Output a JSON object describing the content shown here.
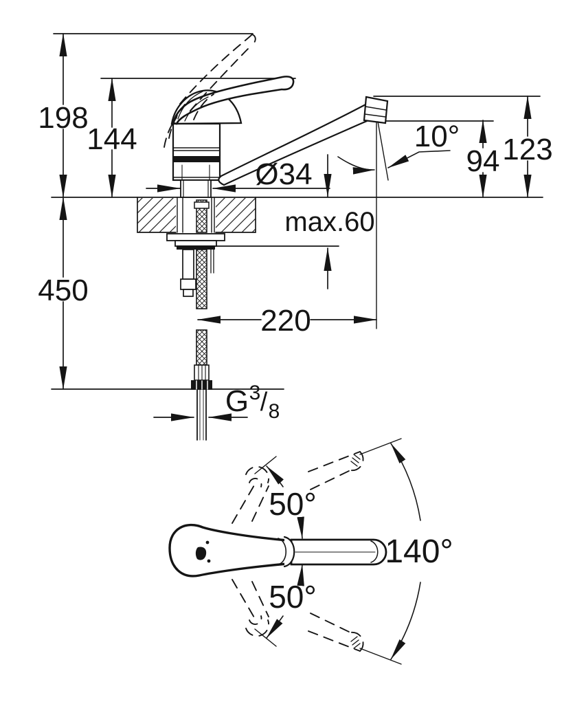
{
  "figure_type": "technical-dimension-drawing",
  "colors": {
    "ink": "#151515",
    "background": "#ffffff"
  },
  "side_view": {
    "height_total": "198",
    "height_body": "144",
    "spout_height": "123",
    "outlet_height": "94",
    "outlet_angle": "10°",
    "hole_diameter": "Ø34",
    "max_deck_thickness": "max.60",
    "spout_reach": "220",
    "hose_length": "450",
    "thread_letter": "G",
    "thread_numerator": "3",
    "thread_slash": "/",
    "thread_denominator": "8"
  },
  "top_view": {
    "handle_swing_up": "50°",
    "handle_swing_down": "50°",
    "spout_swivel": "140°"
  }
}
